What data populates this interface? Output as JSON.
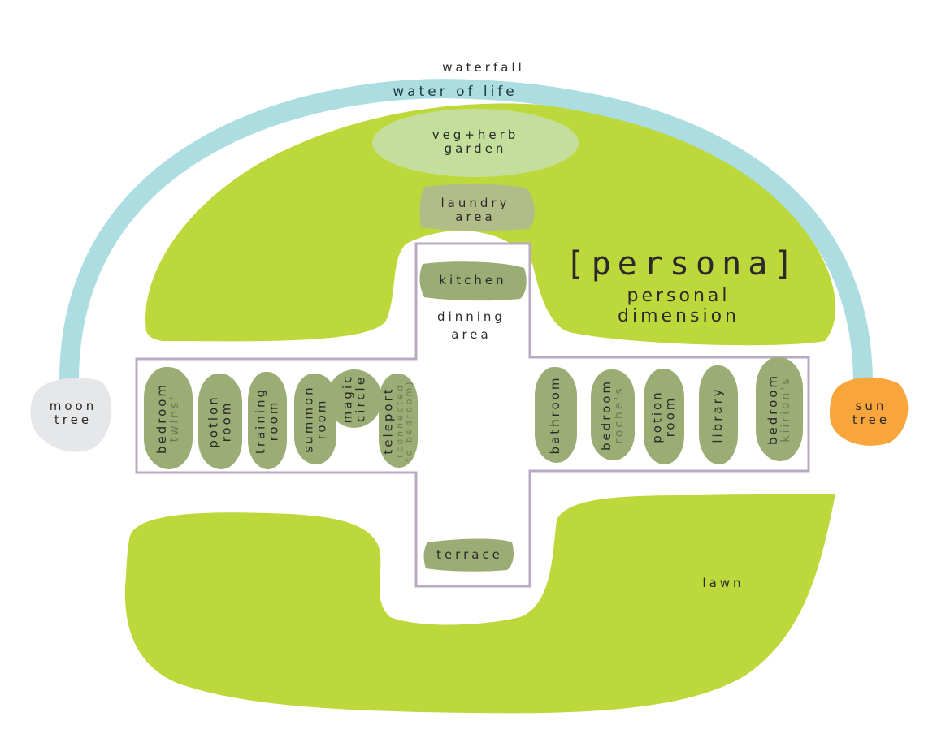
{
  "top_labels": {
    "waterfall": "waterfall",
    "water_of_life": "water of life"
  },
  "title": {
    "main": "[persona]",
    "sub_line1": "personal",
    "sub_line2": "dimension"
  },
  "areas": {
    "veg_herb_garden": [
      "veg+herb",
      "garden"
    ],
    "laundry_area": [
      "laundry",
      "area"
    ],
    "kitchen": "kitchen",
    "dinning_area": [
      "dinning",
      "area"
    ],
    "terrace": "terrace",
    "lawn": "lawn"
  },
  "trees": {
    "moon_tree": [
      "moon",
      "tree"
    ],
    "sun_tree": [
      "sun",
      "tree"
    ]
  },
  "west_wing": [
    {
      "line1": "bedroom",
      "line2": "twins'"
    },
    {
      "line1": "potion",
      "line2": "room"
    },
    {
      "line1": "training",
      "line2": "room"
    },
    {
      "line1": "summon",
      "line2": "room"
    },
    {
      "line1": "magic",
      "line2": "circle"
    },
    {
      "line1": "teleport",
      "line2": "(connected",
      "line3": "to bedroom)"
    }
  ],
  "east_wing": [
    {
      "line1": "bathroom"
    },
    {
      "line1": "bedroom",
      "line2": "roche's"
    },
    {
      "line1": "potion",
      "line2": "room"
    },
    {
      "line1": "library"
    },
    {
      "line1": "bedroom",
      "line2": "kiirion's"
    }
  ],
  "colors": {
    "lime": "#bcd83a",
    "water": "#acdde1",
    "garden": "#c4df9c",
    "room": "#9bac74",
    "moon": "#e6e7e9",
    "sun": "#f8a53b",
    "outline": "#b9a9c2"
  }
}
